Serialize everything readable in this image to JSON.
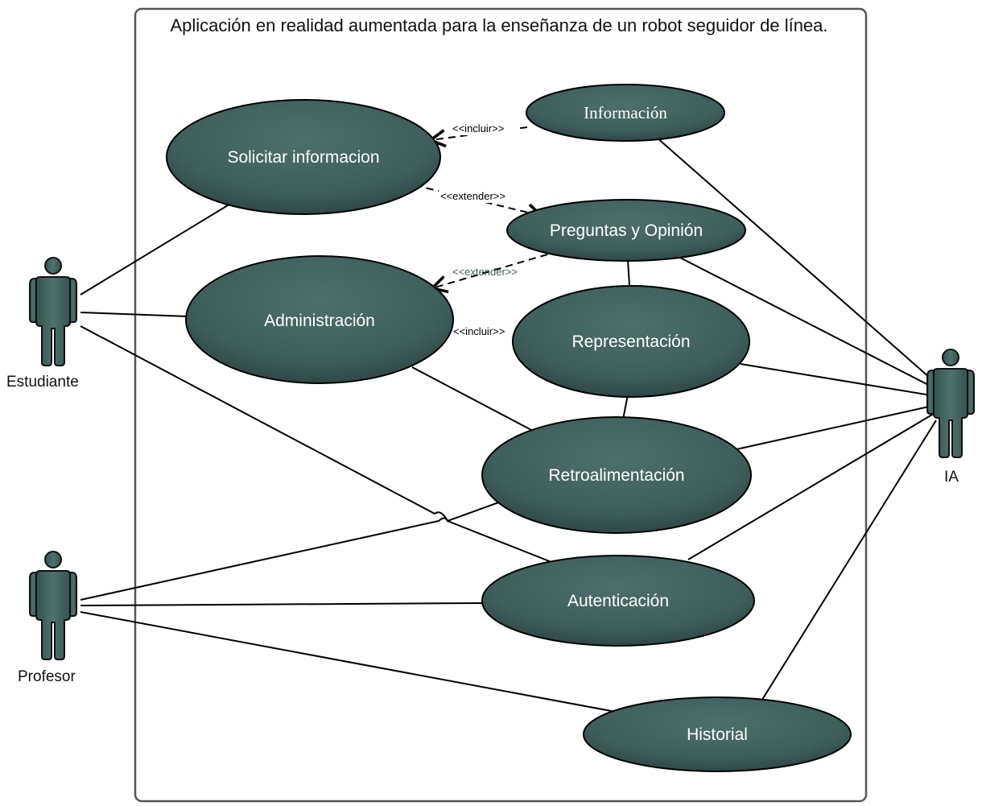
{
  "system": {
    "title": "Aplicación en realidad aumentada para la enseñanza de un robot seguidor de línea."
  },
  "actors": {
    "estudiante": "Estudiante",
    "profesor": "Profesor",
    "ia": "IA"
  },
  "use_cases": {
    "solicitar": "Solicitar informacion",
    "informacion": "Información",
    "preguntas": "Preguntas y Opinión",
    "administracion": "Administración",
    "representacion": "Representación",
    "retroalimentacion": "Retroalimentación",
    "autenticacion": "Autenticación",
    "historial": "Historial"
  },
  "relations": {
    "incluir_1": "<<incluir>>",
    "extender_1": "<<extender>>",
    "extender_2": "<<extender>>",
    "incluir_2": "<<incluir>>"
  },
  "colors": {
    "usecase_fill": "#3f5f5d",
    "actor_fill": "#3f5f5d",
    "line": "#000000"
  }
}
